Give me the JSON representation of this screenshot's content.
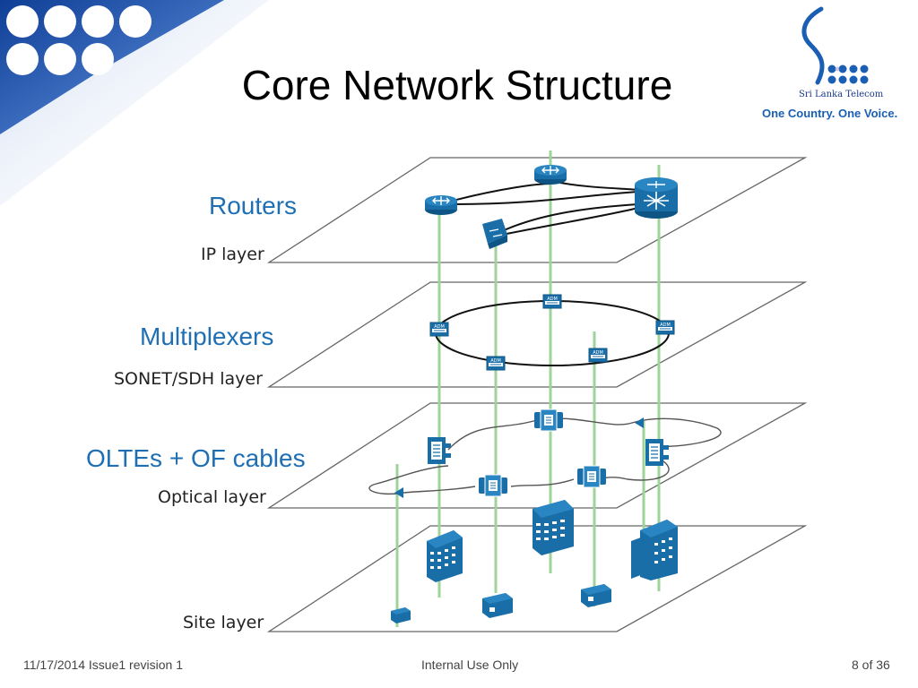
{
  "slide": {
    "title": "Core Network Structure",
    "footer": {
      "date_issue": "11/17/2014 Issue1 revision 1",
      "classification": "Internal Use Only",
      "page": "8 of 36"
    }
  },
  "logo": {
    "brand": "Sri Lanka Telecom",
    "slogan": "One Country. One Voice."
  },
  "layers": [
    {
      "name": "IP layer",
      "component": "Routers"
    },
    {
      "name": "SONET/SDH layer",
      "component": "Multiplexers"
    },
    {
      "name": "Optical layer",
      "component": "OLTEs + OF cables"
    },
    {
      "name": "Site layer",
      "component": ""
    }
  ],
  "device_labels": {
    "adm": "ADM"
  },
  "colors": {
    "device_blue": "#1a6ea8",
    "label_blue": "#1f6fb4",
    "connector_green": "#9fd39a",
    "decor_navy": "#16469a"
  }
}
